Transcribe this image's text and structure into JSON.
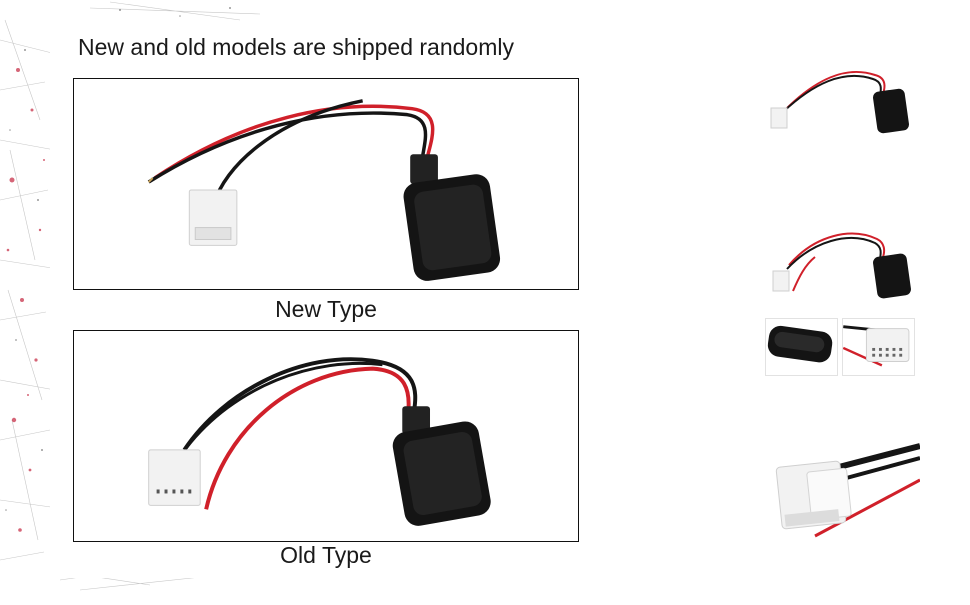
{
  "header": {
    "notice": "New and old models are shipped randomly"
  },
  "products": [
    {
      "caption": "New Type"
    },
    {
      "caption": "Old Type"
    }
  ],
  "colors": {
    "wire_red": "#d0202a",
    "wire_black": "#151515",
    "module": "#141414",
    "connector": "#f2f2f2",
    "splatter": "#c8324a"
  },
  "gallery": {
    "icons": [
      "adapter-thumbnail",
      "adapter-thumbnail",
      "module-closeup",
      "connector-closeup",
      "connector-detail"
    ]
  }
}
